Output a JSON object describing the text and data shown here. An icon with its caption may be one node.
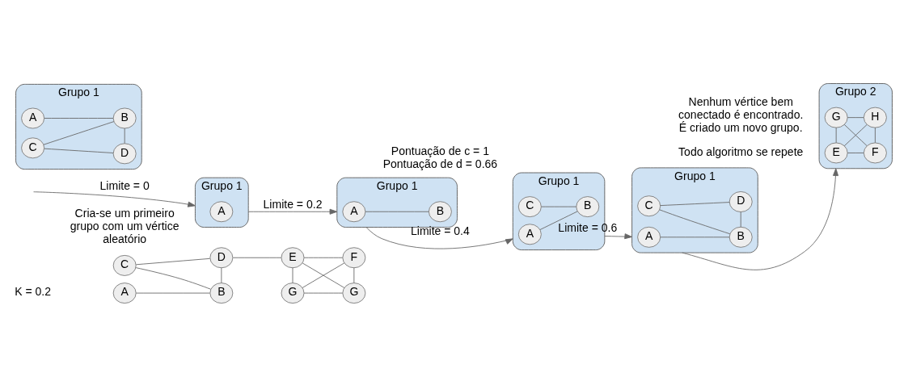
{
  "diagram": {
    "nodes": [
      {
        "text": [
          "A"
        ]
      },
      {
        "text": [
          "D"
        ]
      },
      {
        "text": [
          "E"
        ]
      },
      {
        "text": [
          "F"
        ]
      },
      {
        "text": [
          "C"
        ]
      },
      {
        "text": [
          "B"
        ]
      },
      {
        "text": [
          "G"
        ]
      },
      {
        "text": [
          "G"
        ]
      },
      {
        "text": [
          "Grupo 1"
        ]
      },
      {
        "text": [
          "A"
        ],
        "in": 8
      },
      {
        "text": [
          "Grupo 1"
        ]
      },
      {
        "text": [
          "A"
        ],
        "in": 10
      },
      {
        "text": [
          "B"
        ],
        "in": 10
      },
      {
        "text": [
          "Grupo 1"
        ]
      },
      {
        "text": [
          "A"
        ],
        "in": 13
      },
      {
        "text": [
          "D"
        ],
        "in": 13
      },
      {
        "text": [
          "C"
        ],
        "in": 13
      },
      {
        "text": [
          "B"
        ],
        "in": 13
      },
      {
        "text": [
          "Grupo 2"
        ]
      },
      {
        "text": [
          "E"
        ],
        "in": 18
      },
      {
        "text": [
          "F"
        ],
        "in": 18
      },
      {
        "text": [
          "G"
        ],
        "in": 18
      },
      {
        "text": [
          "H"
        ],
        "in": 18
      },
      {
        "text": [
          "Grupo 1"
        ]
      },
      {
        "text": [
          "A"
        ],
        "in": 23
      },
      {
        "text": [
          "D"
        ],
        "in": 23
      },
      {
        "text": [
          "C"
        ],
        "in": 23
      },
      {
        "text": [
          "B"
        ],
        "in": 23
      },
      {
        "text": [
          "Grupo 1"
        ]
      },
      {
        "text": [
          "A"
        ],
        "in": 28
      },
      {
        "text": [
          "C"
        ],
        "in": 28
      },
      {
        "text": [
          "B"
        ],
        "in": 28
      }
    ],
    "edges": [
      {
        "from": 0,
        "to": 5,
        "arrow": "none"
      },
      {
        "from": 1,
        "to": 4,
        "arrow": "none"
      },
      {
        "from": 1,
        "to": 5,
        "arrow": "none"
      },
      {
        "from": 4,
        "to": 5,
        "arrow": "none"
      },
      {
        "from": 1,
        "to": 2,
        "arrow": "none"
      },
      {
        "from": 2,
        "to": 3,
        "arrow": "none"
      },
      {
        "from": 2,
        "to": 6,
        "arrow": "none"
      },
      {
        "from": 3,
        "to": 7,
        "arrow": "none"
      },
      {
        "from": 2,
        "to": 7,
        "arrow": "none"
      },
      {
        "from": 3,
        "to": 6,
        "arrow": "none"
      },
      {
        "from": 6,
        "to": 7,
        "arrow": "none"
      },
      {
        "from": null,
        "to": 8,
        "arrow": "to",
        "label": "Limite = 0"
      },
      {
        "from": 8,
        "to": 10,
        "arrow": "to",
        "label": "Limite = 0.2"
      },
      {
        "from": 11,
        "to": 12,
        "arrow": "none"
      },
      {
        "from": 10,
        "to": 28,
        "arrow": "to",
        "label": "Limite = 0.4"
      },
      {
        "from": 29,
        "to": 31,
        "arrow": "none"
      },
      {
        "from": 30,
        "to": 31,
        "arrow": "none"
      },
      {
        "from": 28,
        "to": 23,
        "arrow": "to",
        "label": "Limite = 0.6"
      },
      {
        "from": 24,
        "to": 27,
        "arrow": "none"
      },
      {
        "from": 25,
        "to": 26,
        "arrow": "none"
      },
      {
        "from": 25,
        "to": 27,
        "arrow": "none"
      },
      {
        "from": 26,
        "to": 27,
        "arrow": "none"
      },
      {
        "from": 23,
        "to": 18,
        "arrow": "to"
      },
      {
        "from": 19,
        "to": 20,
        "arrow": "none"
      },
      {
        "from": 19,
        "to": 21,
        "arrow": "none"
      },
      {
        "from": 20,
        "to": 22,
        "arrow": "none"
      },
      {
        "from": 21,
        "to": 22,
        "arrow": "none"
      },
      {
        "from": 19,
        "to": 22,
        "arrow": "none"
      },
      {
        "from": 20,
        "to": 21,
        "arrow": "none"
      },
      {
        "from": 14,
        "to": 17,
        "arrow": "none"
      },
      {
        "from": 15,
        "to": 16,
        "arrow": "none"
      },
      {
        "from": 15,
        "to": 17,
        "arrow": "none"
      },
      {
        "from": 16,
        "to": 17,
        "arrow": "none"
      }
    ],
    "labels": [
      "K = 0.2",
      "Cria-se um primeiro grupo com um vértice aleatório",
      "Pontuação de c = 1 Pontuação de d = 0.66",
      "Nenhum vértice bem conectado é encontrado. É criado um novo grupo.",
      "Todo algoritmo se repete"
    ]
  }
}
